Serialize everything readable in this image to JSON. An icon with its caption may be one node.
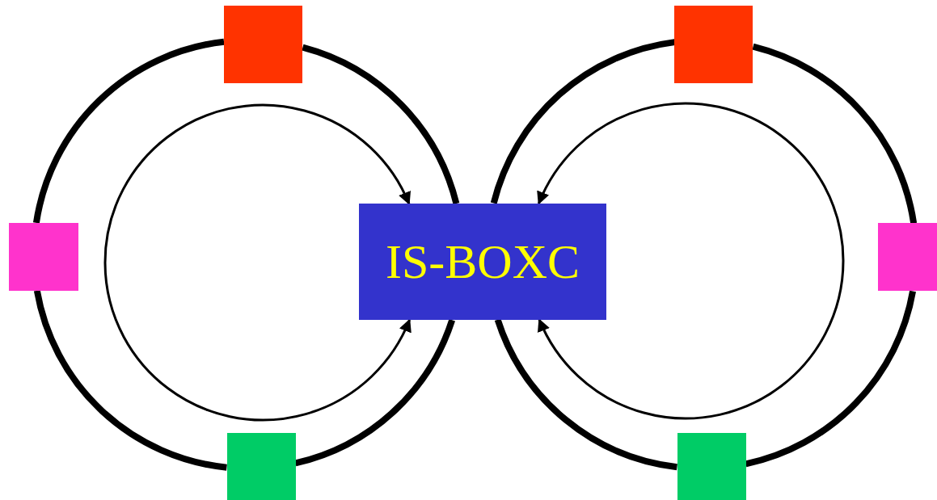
{
  "diagram": {
    "nodes": [
      {
        "text": [],
        "shape": "box"
      },
      {
        "text": [],
        "shape": "box"
      },
      {
        "text": [],
        "shape": "box"
      },
      {
        "text": [
          "IS-BOXC"
        ]
      },
      {
        "text": [],
        "shape": "box"
      },
      {
        "text": [],
        "shape": "box"
      },
      {
        "text": [],
        "shape": "box"
      }
    ],
    "edges": [
      {
        "from": 0,
        "to": 3,
        "arrow": "none"
      },
      {
        "from": 0,
        "to": 2,
        "arrow": "none"
      },
      {
        "from": 2,
        "to": 5,
        "arrow": "none"
      },
      {
        "from": 5,
        "to": 3,
        "arrow": "none"
      },
      {
        "from": 1,
        "to": 3,
        "arrow": "none"
      },
      {
        "from": 1,
        "to": 4,
        "arrow": "none"
      },
      {
        "from": 4,
        "to": 6,
        "arrow": "none"
      },
      {
        "from": 6,
        "to": 3,
        "arrow": "none"
      },
      {
        "from": 3,
        "to": 3,
        "arrow": "both"
      },
      {
        "from": 3,
        "to": 3,
        "arrow": "both"
      }
    ]
  }
}
